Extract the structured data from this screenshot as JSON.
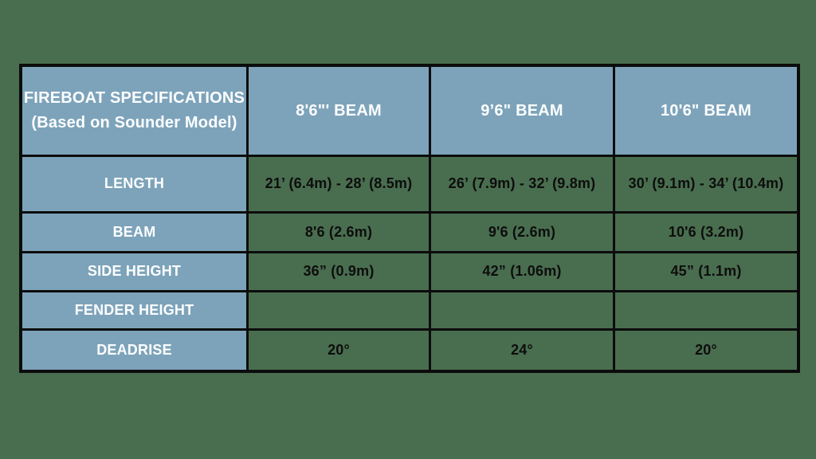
{
  "colors": {
    "page_background": "#496e4f",
    "header_cell_background": "#7da3ba",
    "data_cell_background": "#496e4f",
    "border": "#0c0c0c",
    "header_text": "#fcfeff",
    "data_text": "#0d0d0d"
  },
  "table": {
    "title_line1": "FIREBOAT SPECIFICATIONS",
    "title_line2": "(Based on Sounder Model)",
    "column_headers": [
      "8'6\"' BEAM",
      "9’6\" BEAM",
      "10'6\" BEAM"
    ],
    "rows": [
      {
        "label": "LENGTH",
        "values": [
          "21’ (6.4m) - 28’ (8.5m)",
          "26’ (7.9m) - 32’ (9.8m)",
          "30’ (9.1m) - 34’ (10.4m)"
        ]
      },
      {
        "label": "BEAM",
        "values": [
          "8'6 (2.6m)",
          "9'6 (2.6m)",
          "10'6 (3.2m)"
        ]
      },
      {
        "label": "SIDE HEIGHT",
        "values": [
          "36” (0.9m)",
          "42” (1.06m)",
          "45” (1.1m)"
        ]
      },
      {
        "label": "FENDER HEIGHT",
        "values": [
          "",
          "",
          ""
        ]
      },
      {
        "label": "DEADRISE",
        "values": [
          "20°",
          "24°",
          "20°"
        ]
      }
    ]
  },
  "chart_data": {
    "type": "table",
    "title": "FIREBOAT SPECIFICATIONS (Based on Sounder Model)",
    "columns": [
      "FIREBOAT SPECIFICATIONS (Based on Sounder Model)",
      "8'6\"' BEAM",
      "9’6\" BEAM",
      "10'6\" BEAM"
    ],
    "rows": [
      [
        "LENGTH",
        "21’ (6.4m) - 28’ (8.5m)",
        "26’ (7.9m) - 32’ (9.8m)",
        "30’ (9.1m) - 34’ (10.4m)"
      ],
      [
        "BEAM",
        "8'6 (2.6m)",
        "9'6 (2.6m)",
        "10'6 (3.2m)"
      ],
      [
        "SIDE HEIGHT",
        "36” (0.9m)",
        "42” (1.06m)",
        "45” (1.1m)"
      ],
      [
        "FENDER HEIGHT",
        "",
        "",
        ""
      ],
      [
        "DEADRISE",
        "20°",
        "24°",
        "20°"
      ]
    ],
    "legend_position": "none",
    "grid": true
  }
}
